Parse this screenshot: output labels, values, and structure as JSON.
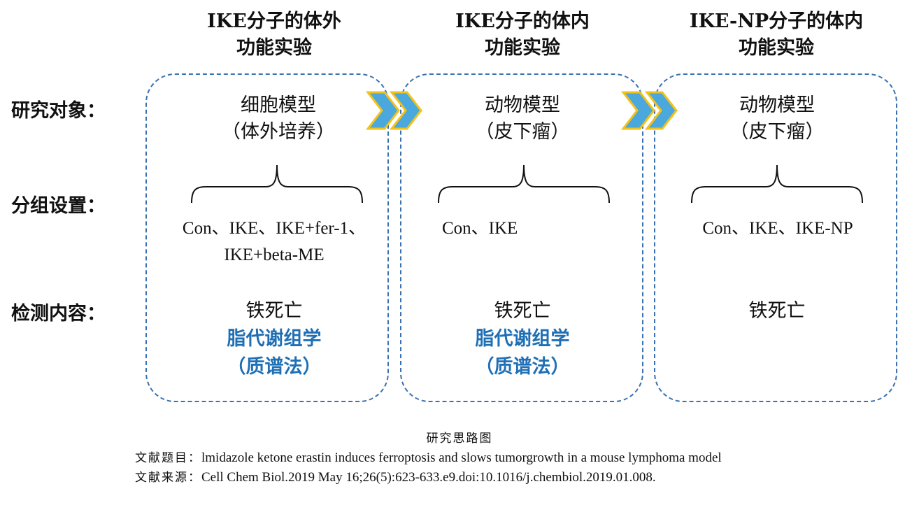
{
  "columns": [
    {
      "title_lines": [
        "IKE分子的体外",
        "功能实验"
      ],
      "model_lines": [
        "细胞模型",
        "（体外培养）"
      ],
      "group_lines": [
        "Con、IKE、IKE+fer-1、",
        "IKE+beta-ME"
      ],
      "detect_primary": "铁死亡",
      "detect_secondary_lines": [
        "脂代谢组学",
        "（质谱法）"
      ]
    },
    {
      "title_lines": [
        "IKE分子的体内",
        "功能实验"
      ],
      "model_lines": [
        "动物模型",
        "（皮下瘤）"
      ],
      "group_lines": [
        "Con、IKE"
      ],
      "detect_primary": "铁死亡",
      "detect_secondary_lines": [
        "脂代谢组学",
        "（质谱法）"
      ]
    },
    {
      "title_lines": [
        "IKE-NP分子的体内",
        "功能实验"
      ],
      "model_lines": [
        "动物模型",
        "（皮下瘤）"
      ],
      "group_lines": [
        "Con、IKE、IKE-NP"
      ],
      "detect_primary": "铁死亡",
      "detect_secondary_lines": []
    }
  ],
  "row_labels": {
    "subject": "研究对象：",
    "grouping": "分组设置：",
    "detection": "检测内容："
  },
  "caption": "研究思路图",
  "reference": {
    "title_label": "文献题目：",
    "title_value": "lmidazole ketone erastin induces ferroptosis and slows tumorgrowth in a mouse lymphoma model",
    "source_label": "文献来源：",
    "source_value": "Cell Chem Biol.2019 May 16;26(5):623-633.e9.doi:10.1016/j.chembiol.2019.01.008."
  },
  "colors": {
    "panel_border": "#3a72b0",
    "highlight_text": "#1f6fb5",
    "arrow_fill": "#4aa8dc",
    "arrow_outline": "#f2c21b"
  },
  "icons": [
    "double-chevron-arrow-icon",
    "curly-brace-icon"
  ]
}
